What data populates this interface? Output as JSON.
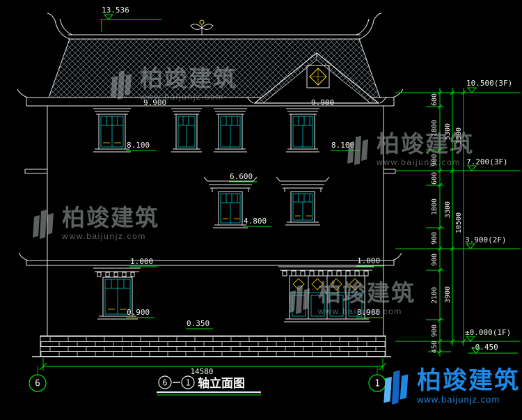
{
  "colors": {
    "background": "#000000",
    "dim_green": "#00dd00",
    "line_white": "#e8e8e8",
    "accent_yellow": "#ffe000",
    "accent_cyan": "#00c8c8",
    "watermark_gray": "#9aa0a0",
    "brand_blue": "#1e88e5"
  },
  "elevations": {
    "ridge": "13.536",
    "eave_left": "9.900",
    "eave_right": "9.900",
    "win3f_left": "8.100",
    "win3f_right": "8.100",
    "canopy_2f": "6.600",
    "win2f_sill": "4.800",
    "canopy_1f_left": "1.000",
    "canopy_1f_right": "1.000",
    "win1f_left": "0.900",
    "win1f_right": "0.900",
    "plinth_top": "0.350"
  },
  "bottom": {
    "total_width": "14580",
    "axis_left": "6",
    "axis_right": "1",
    "title_from": "6",
    "title_to": "1",
    "title_label": "轴立面图"
  },
  "right_chain": {
    "levels": {
      "l1": "10.500(3F)",
      "l2": "7.200(3F)",
      "l3": "3.900(2F)",
      "l4": "±0.000(1F)",
      "l5": "-0.450"
    },
    "segments": [
      "600",
      "1800",
      "900",
      "600",
      "1800",
      "900",
      "900",
      "2100",
      "900"
    ],
    "segment_below": "450",
    "subtotals": [
      "5300",
      "3300",
      "3900"
    ],
    "outer": [
      "3300",
      "10500"
    ]
  },
  "watermark": {
    "brand": "柏竣建筑",
    "url": "www.baijunjz.com"
  }
}
